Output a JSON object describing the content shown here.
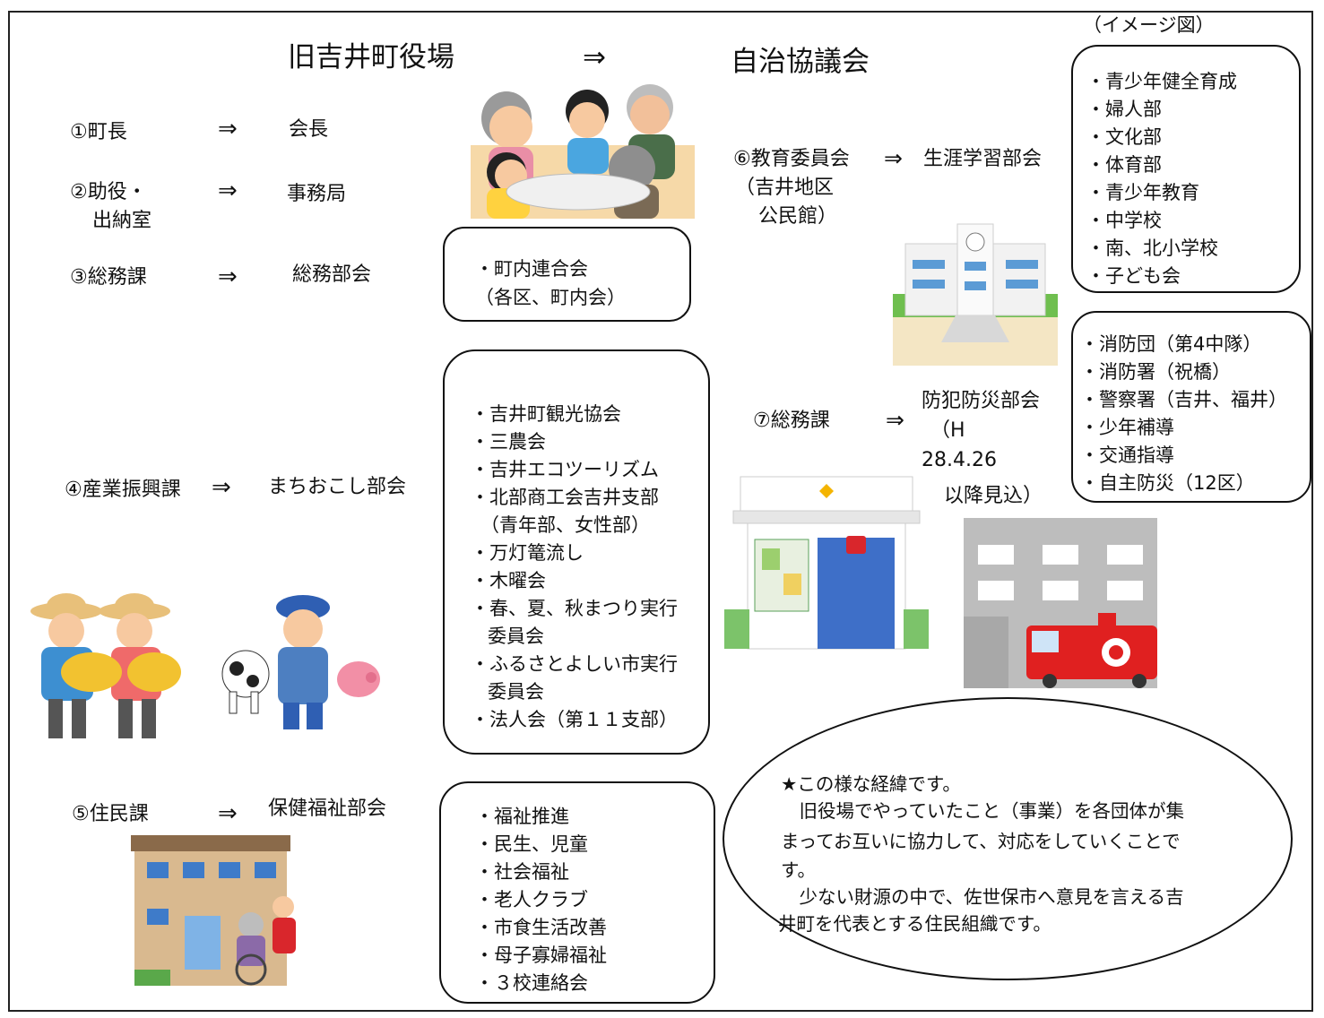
{
  "header": {
    "old": "旧吉井町役場",
    "arrow": "⇒",
    "new": "自治協議会",
    "image_label": "（イメージ図）"
  },
  "rows": [
    {
      "left": "①町長",
      "arrow": "⇒",
      "right": "会長"
    },
    {
      "left": "②助役・",
      "left2": "出納室",
      "arrow": "⇒",
      "right": "事務局"
    },
    {
      "left": "③総務課",
      "arrow": "⇒",
      "right": "総務部会"
    },
    {
      "left": "④産業振興課",
      "arrow": "⇒",
      "right": "まちおこし部会"
    },
    {
      "left": "⑤住民課",
      "arrow": "⇒",
      "right": "保健福祉部会"
    },
    {
      "left": "⑥教育委員会",
      "left2": "（吉井地区",
      "left3": "公民館）",
      "arrow": "⇒",
      "right": "生涯学習部会"
    },
    {
      "left": "⑦総務課",
      "arrow": "⇒",
      "right": "防犯防災部会",
      "right2": "（H",
      "right3": "28.4.26",
      "right4": "以降見込）"
    }
  ],
  "boxes": {
    "soumu": [
      "・町内連合会",
      "（各区、町内会）"
    ],
    "machiokoshi": [
      "・吉井町観光協会",
      "・三農会",
      "・吉井エコツーリズム",
      "・北部商工会吉井支部",
      "（青年部、女性部）",
      "・万灯篭流し",
      "・木曜会",
      "・春、夏、秋まつり実行",
      "委員会",
      "・ふるさとよしい市実行",
      "委員会",
      "・法人会（第１１支部）"
    ],
    "fukushi": [
      "・福祉推進",
      "・民生、児童",
      "・社会福祉",
      "・老人クラブ",
      "・市食生活改善",
      "・母子寡婦福祉",
      "・３校連絡会"
    ],
    "shougai": [
      "・青少年健全育成",
      "・婦人部",
      "・文化部",
      "・体育部",
      "・青少年教育",
      "・中学校",
      "・南、北小学校",
      "・子ども会"
    ],
    "bousai": [
      "・消防団（第4中隊）",
      "・消防署（祝橋）",
      "・警察署（吉井、福井）",
      "・少年補導",
      "・交通指導",
      "・自主防災（12区）"
    ]
  },
  "note": [
    "★この様な経緯です。",
    "　旧役場でやっていたこと（事業）を各団体が集",
    "まってお互いに協力して、対応をしていくことで",
    "す。",
    "　少ない財源の中で、佐世保市へ意見を言える吉",
    "井町を代表とする住民組織です。"
  ],
  "illustrations": [
    "meeting-people",
    "school-building",
    "police-box",
    "fire-station",
    "farmers",
    "livestock-farmer",
    "care-facility"
  ]
}
